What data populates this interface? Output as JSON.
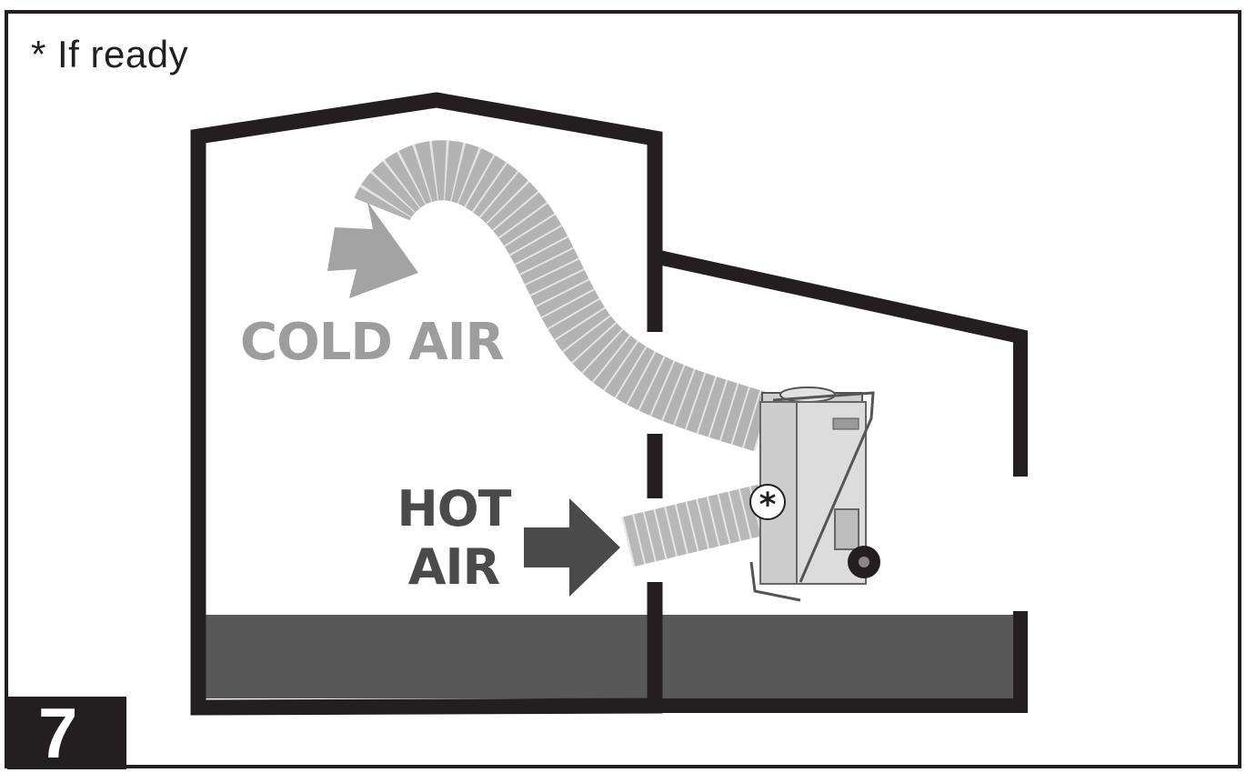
{
  "footnote": "* If ready",
  "step_number": "7",
  "labels": {
    "cold_air": "COLD AIR",
    "hot_air_line1": "HOT",
    "hot_air_line2": "AIR"
  },
  "unit_marker": "*",
  "colors": {
    "outline": "#231f20",
    "floor": "#595859",
    "cold_duct": "#b3b3b3",
    "cold_arrow": "#9d9d9d",
    "hot_arrow": "#4a4a4a",
    "unit_body": "#d9d9d9"
  }
}
